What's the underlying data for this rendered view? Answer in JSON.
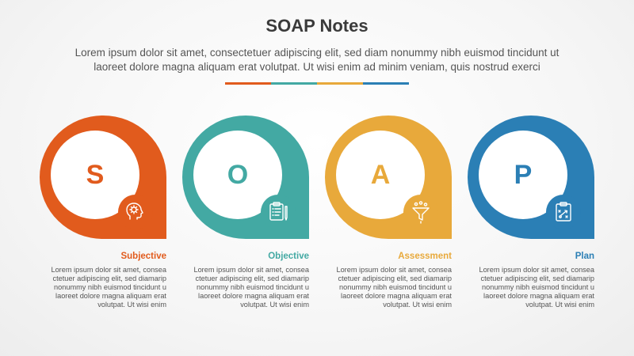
{
  "title": "SOAP Notes",
  "subtitle_line1": "Lorem ipsum dolor sit amet, consectetuer adipiscing elit, sed diam nonummy nibh euismod tincidunt ut",
  "subtitle_line2": "laoreet dolore magna aliquam erat volutpat. Ut wisi enim ad minim veniam, quis nostrud exerci",
  "divider_colors": [
    "#e15b1d",
    "#43a9a3",
    "#e8a93b",
    "#2b7fb5"
  ],
  "steps": [
    {
      "letter": "S",
      "label": "Subjective",
      "color": "#e15b1d",
      "icon": "head-gear-icon",
      "desc": [
        "Lorem ipsum dolor sit amet, consea",
        "ctetuer adipiscing elit, sed diamarip",
        "nonummy nibh euismod tincidunt u",
        "laoreet dolore magna aliquam erat",
        "volutpat. Ut wisi enim"
      ]
    },
    {
      "letter": "O",
      "label": "Objective",
      "color": "#43a9a3",
      "icon": "clipboard-pen-icon",
      "desc": [
        "Lorem ipsum dolor sit amet, consea",
        "ctetuer adipiscing elit, sed diamarip",
        "nonummy nibh euismod tincidunt u",
        "laoreet dolore magna aliquam erat",
        "volutpat. Ut wisi enim"
      ]
    },
    {
      "letter": "A",
      "label": "Assessment",
      "color": "#e8a93b",
      "icon": "funnel-icon",
      "desc": [
        "Lorem ipsum dolor sit amet, consea",
        "ctetuer adipiscing elit, sed diamarip",
        "nonummy nibh euismod tincidunt u",
        "laoreet dolore magna aliquam erat",
        "volutpat. Ut wisi enim"
      ]
    },
    {
      "letter": "P",
      "label": "Plan",
      "color": "#2b7fb5",
      "icon": "clipboard-plan-icon",
      "desc": [
        "Lorem ipsum dolor sit amet, consea",
        "ctetuer adipiscing elit, sed diamarip",
        "nonummy nibh euismod tincidunt u",
        "laoreet dolore magna aliquam erat",
        "volutpat. Ut wisi enim"
      ]
    }
  ]
}
